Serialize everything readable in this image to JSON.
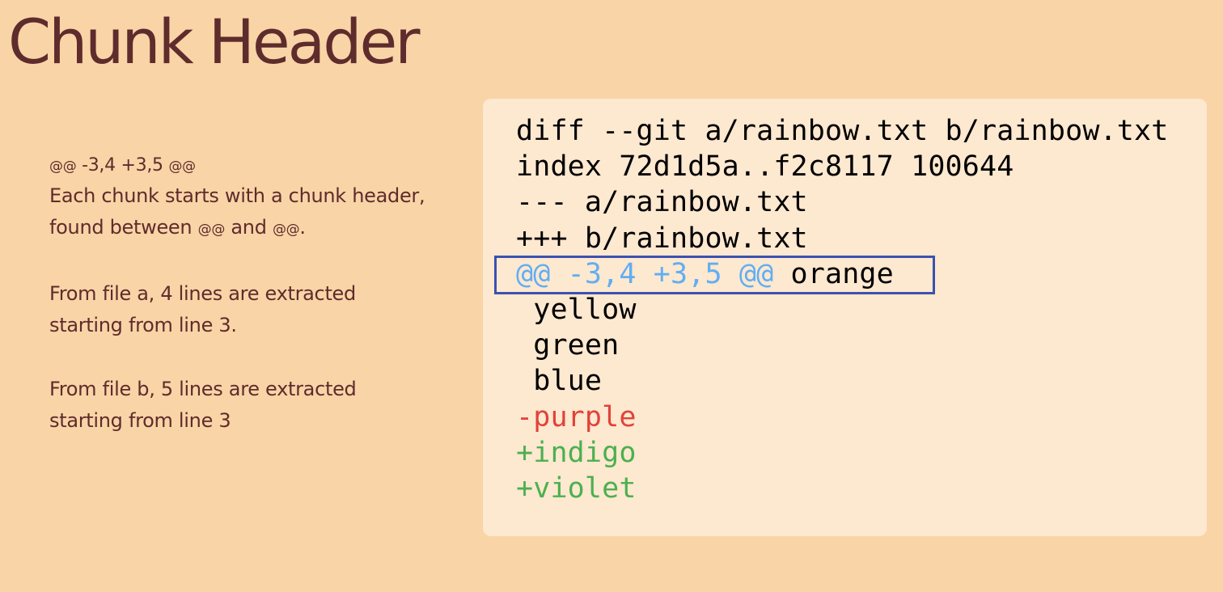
{
  "title": "Chunk Header",
  "explanation": {
    "header_line": {
      "open": "@@",
      "range": " -3,4 +3,5 ",
      "close": "@@"
    },
    "intro": {
      "part1": "Each chunk starts with a chunk header, found between ",
      "open": "@@",
      "part2": " and ",
      "close": "@@",
      "part3": "."
    },
    "file_a": "From file a, 4 lines are extracted starting from line 3.",
    "file_b": "From file b, 5 lines are extracted starting from line 3"
  },
  "code": {
    "diff_line": "diff --git a/rainbow.txt b/rainbow.txt",
    "index_line": "index 72d1d5a..f2c8117 100644",
    "old_file": "--- a/rainbow.txt",
    "new_file": "+++ b/rainbow.txt",
    "hunk_range": "@@ -3,4 +3,5 @@",
    "hunk_context": " orange",
    "context_lines": [
      " yellow",
      " green",
      " blue"
    ],
    "removed_lines": [
      "-purple"
    ],
    "added_lines": [
      "+indigo",
      "+violet"
    ]
  },
  "colors": {
    "background": "#f9d4a6",
    "panel": "#fde8d0",
    "title": "#5e2c2c",
    "hunk_range": "#61aef2",
    "removed": "#e0433a",
    "added": "#4cb050",
    "highlight_border": "#3c51b0"
  }
}
